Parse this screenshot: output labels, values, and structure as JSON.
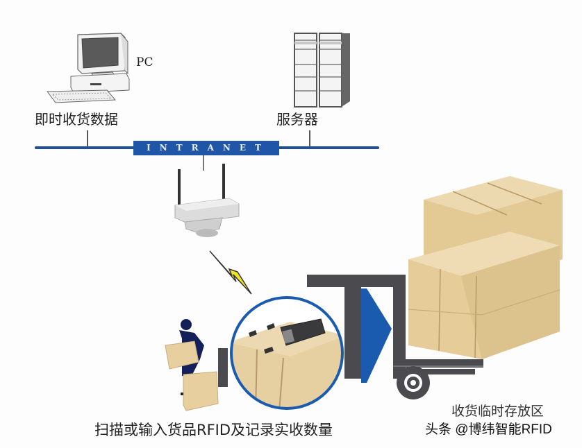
{
  "diagram": {
    "title": "RFID receiving process diagram",
    "nodes": {
      "pc": {
        "label": "PC",
        "caption": "即时收货数据"
      },
      "server": {
        "caption": "服务器"
      },
      "network": {
        "label": "INTRANET"
      },
      "access_point": {
        "label": ""
      },
      "scanner_zoom": {
        "label": ""
      },
      "forklift": {
        "label": ""
      },
      "storage": {
        "caption": "收货临时存放区"
      }
    },
    "captions": {
      "scan_step": "扫描或输入货品RFID及记录实收数量"
    },
    "watermark": "头条 @博纬智能RFID",
    "colors": {
      "network_blue": "#1f56a8",
      "arrow_blue": "#1a5bb0",
      "forklift_gray": "#4a4a4e",
      "box_tan": "#e8cfa0",
      "worker_navy": "#14205a",
      "lightning_yellow": "#e8e020"
    }
  }
}
